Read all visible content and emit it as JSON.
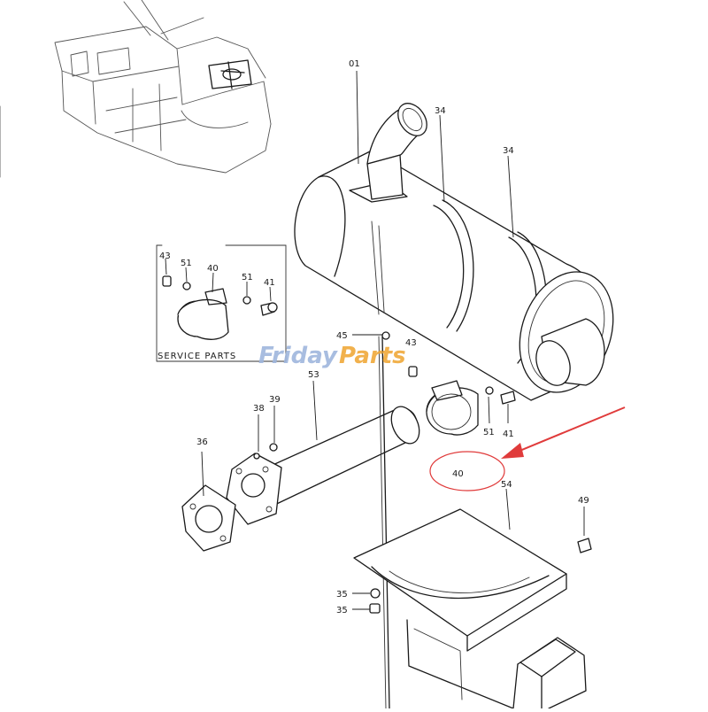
{
  "labels": {
    "l01": "01",
    "l34a": "34",
    "l34b": "34",
    "l43a": "43",
    "l51a": "51",
    "l40a": "40",
    "l51b": "51",
    "l41a": "41",
    "l45": "45",
    "l43b": "43",
    "l53": "53",
    "l39": "39",
    "l38": "38",
    "l36": "36",
    "l51c": "51",
    "l41b": "41",
    "l40b": "40",
    "l54": "54",
    "l49": "49",
    "l35a": "35",
    "l35b": "35"
  },
  "service_parts_label": "SERVICE PARTS",
  "watermark": {
    "part1": "Friday",
    "part2": "Parts"
  },
  "colors": {
    "line": "#1a1a1a",
    "annotation": "#e03b3b",
    "watermark_blue": "#9fb6dd",
    "watermark_orange": "#f0a93a"
  }
}
